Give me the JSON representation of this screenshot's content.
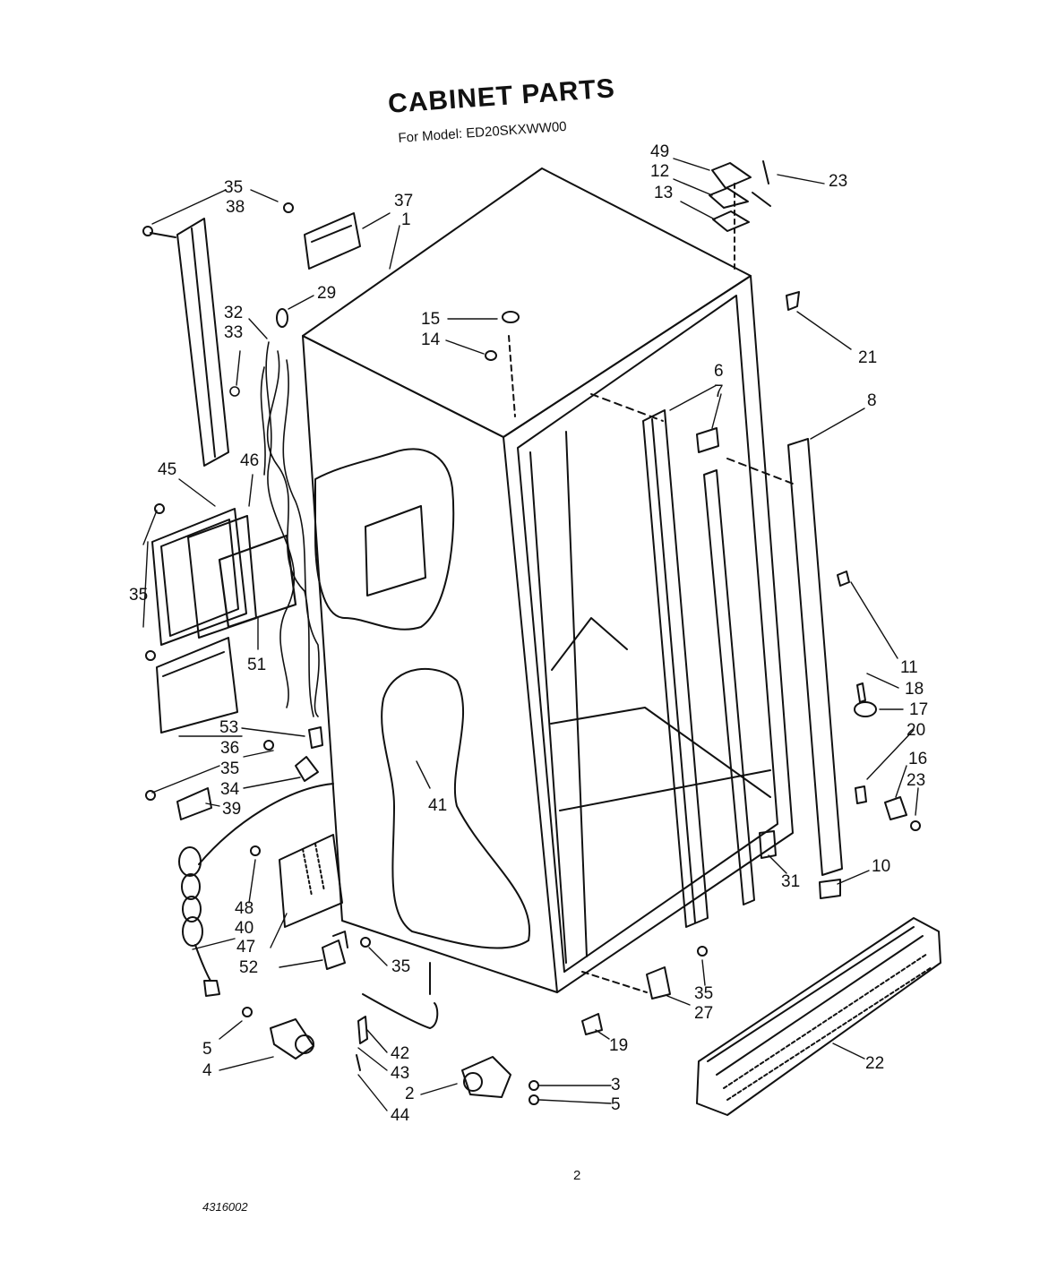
{
  "title": "CABINET PARTS",
  "subtitle": "For Model: ED20SKXWW00",
  "page_number": "2",
  "document_number": "4316002",
  "callouts": [
    "35",
    "38",
    "37",
    "1",
    "29",
    "32",
    "33",
    "15",
    "14",
    "49",
    "12",
    "13",
    "23",
    "21",
    "6",
    "7",
    "8",
    "45",
    "46",
    "35",
    "51",
    "11",
    "18",
    "17",
    "20",
    "16",
    "23",
    "53",
    "36",
    "35",
    "34",
    "39",
    "41",
    "31",
    "10",
    "48",
    "40",
    "47",
    "52",
    "35",
    "35",
    "27",
    "19",
    "22",
    "5",
    "4",
    "42",
    "43",
    "2",
    "44",
    "3",
    "5"
  ],
  "part_numbers": [
    "1",
    "2",
    "3",
    "4",
    "5",
    "6",
    "7",
    "8",
    "10",
    "11",
    "12",
    "13",
    "14",
    "15",
    "16",
    "17",
    "18",
    "19",
    "20",
    "21",
    "22",
    "23",
    "27",
    "29",
    "31",
    "32",
    "33",
    "34",
    "35",
    "36",
    "37",
    "38",
    "39",
    "40",
    "41",
    "42",
    "43",
    "44",
    "45",
    "46",
    "47",
    "48",
    "49",
    "51",
    "52",
    "53"
  ],
  "line_color": "#111111",
  "background_color": "#ffffff"
}
